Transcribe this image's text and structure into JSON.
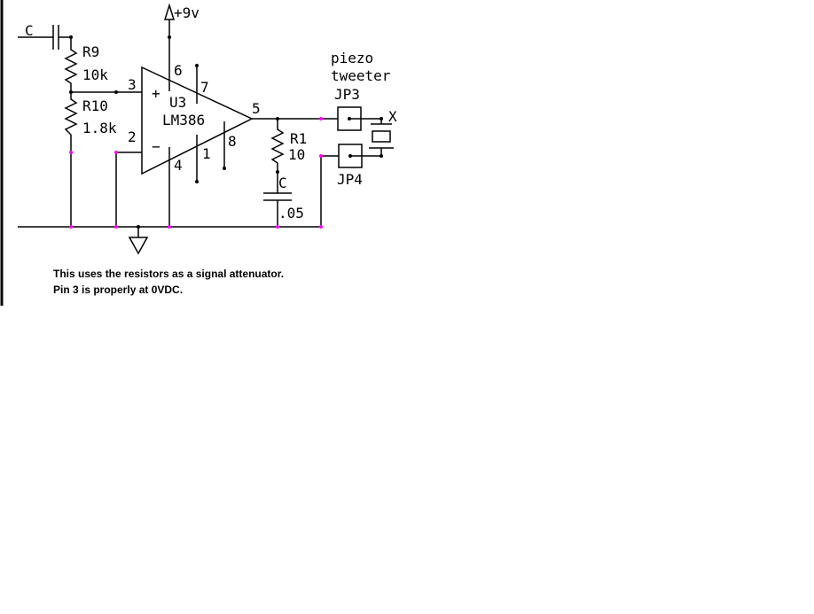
{
  "colors": {
    "wire": "#000000",
    "node": "#ff00ff",
    "background": "#ffffff"
  },
  "labels": {
    "supply": "+9v",
    "cap_in": "C",
    "r9_name": "R9",
    "r9_value": "10k",
    "r10_name": "R10",
    "r10_value": "1.8k",
    "u3_name": "U3",
    "u3_part": "LM386",
    "pin6": "6",
    "pin7": "7",
    "pin3": "3",
    "pin2": "2",
    "pin5": "5",
    "pin8": "8",
    "pin4": "4",
    "pin1": "1",
    "plus": "+",
    "minus": "−",
    "r1_name": "R1",
    "r1_value": "10",
    "cap_out_name": "C",
    "cap_out_value": ".05",
    "piezo_line1": "piezo",
    "piezo_line2": "tweeter",
    "jp3": "JP3",
    "jp4": "JP4",
    "x_mark": "X"
  },
  "caption": {
    "line1": "This uses the resistors as a signal attenuator.",
    "line2": "Pin 3 is properly at 0VDC."
  }
}
